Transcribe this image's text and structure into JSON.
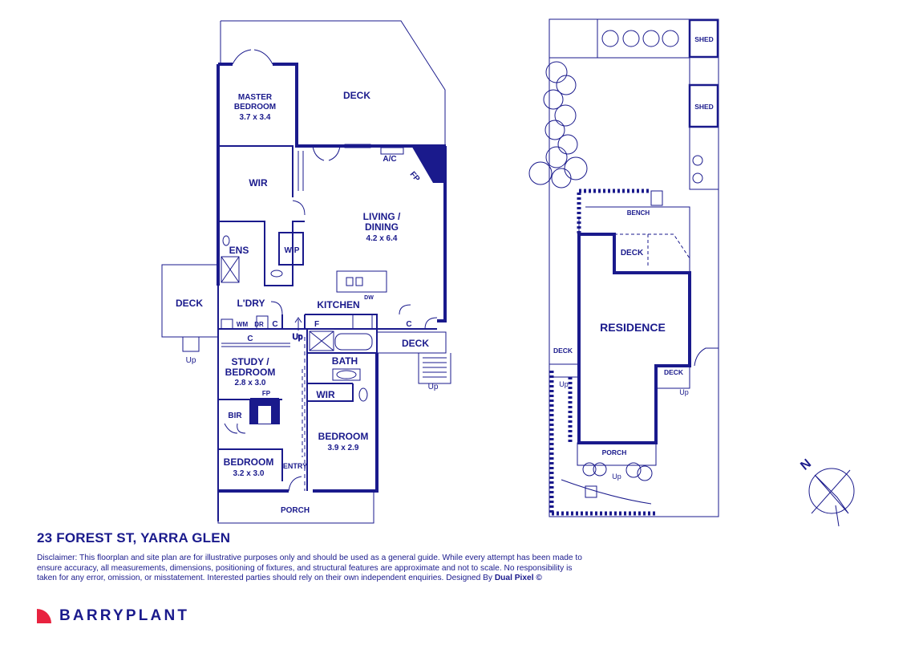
{
  "floorplan": {
    "rooms": {
      "master_bedroom": {
        "name_line1": "MASTER",
        "name_line2": "BEDROOM",
        "size": "3.7 x 3.4"
      },
      "deck_top": "DECK",
      "wir_top": "WIR",
      "living": {
        "name_line1": "LIVING /",
        "name_line2": "DINING",
        "size": "4.2 x 6.4"
      },
      "ens": "ENS",
      "wip": "WIP",
      "deck_left": "DECK",
      "ldry": "L'DRY",
      "wm": "WM",
      "dr": "DR",
      "c1": "C",
      "c2": "C",
      "c3": "C",
      "f": "F",
      "kitchen": "KITCHEN",
      "deck_right": "DECK",
      "study": {
        "name_line1": "STUDY /",
        "name_line2": "BEDROOM",
        "size": "2.8 x 3.0"
      },
      "fp_lower": "FP",
      "bath": "BATH",
      "wir_lower": "WIR",
      "bir": "BIR",
      "bedroom3": {
        "name": "BEDROOM",
        "size": "3.9 x 2.9"
      },
      "bedroom2": {
        "name": "BEDROOM",
        "size": "3.2 x 3.0"
      },
      "entry": "ENTRY",
      "porch": "PORCH",
      "ac": "A/C",
      "fp_upper": "FP",
      "dw": "DW",
      "up1": "Up",
      "up2": "Up",
      "up3": "Up"
    }
  },
  "siteplan": {
    "shed1": "SHED",
    "shed2": "SHED",
    "bench": "BENCH",
    "deck_inner": "DECK",
    "residence": "RESIDENCE",
    "deck_side": "DECK",
    "deck_right": "DECK",
    "porch": "PORCH",
    "up1": "Up",
    "up2": "Up",
    "up3": "Up"
  },
  "compass": {
    "north": "N"
  },
  "title": "23 FOREST ST, YARRA GLEN",
  "disclaimer": {
    "text": "Disclaimer: This floorplan and site plan are for illustrative purposes only and should be used as a general guide. While every attempt has been made to ensure accuracy, all measurements, dimensions, positioning of fixtures, and structural features are approximate and not to scale. No responsibility is taken for any error, omission, or misstatement. Interested parties should rely on their own independent enquiries. Designed By",
    "designer": "Dual Pixel ©"
  },
  "brand": {
    "name": "BARRYPLANT",
    "color": "#e8233f"
  },
  "colors": {
    "ink": "#1a1a8c"
  }
}
